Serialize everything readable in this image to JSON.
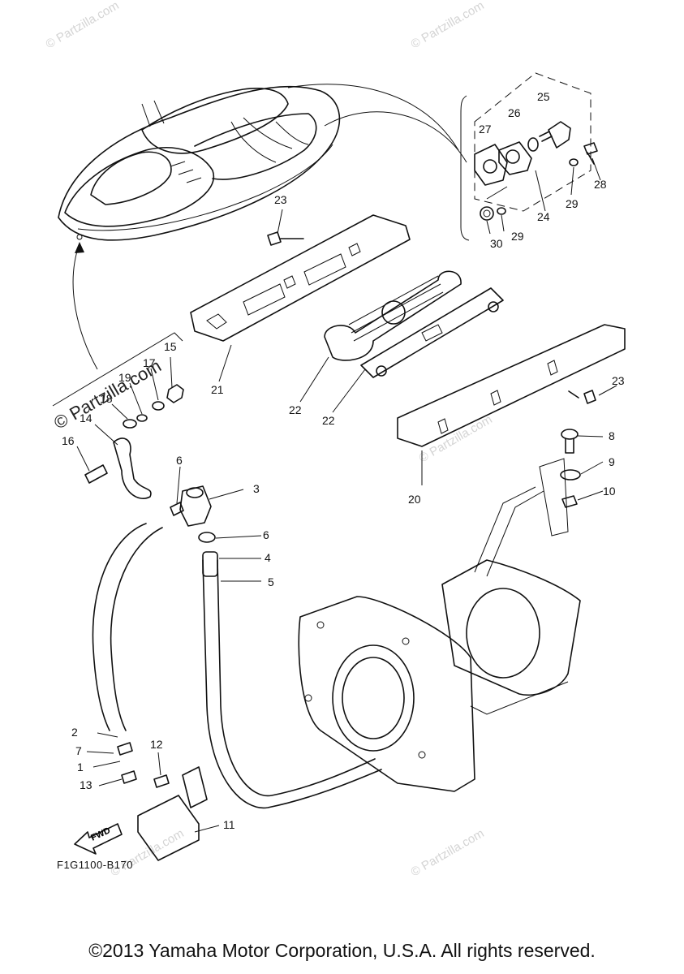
{
  "diagram": {
    "code": "F1G1100-B170",
    "copyright": "©2013 Yamaha Motor Corporation, U.S.A. All rights reserved.",
    "watermark": "© Partzilla.com",
    "direction_arrow": "FWD",
    "callouts": [
      "1",
      "2",
      "3",
      "4",
      "5",
      "6",
      "6",
      "7",
      "8",
      "9",
      "10",
      "11",
      "12",
      "13",
      "14",
      "15",
      "16",
      "17",
      "18",
      "19",
      "20",
      "21",
      "22",
      "22",
      "23",
      "23",
      "24",
      "25",
      "26",
      "27",
      "28",
      "29",
      "29",
      "30"
    ]
  }
}
